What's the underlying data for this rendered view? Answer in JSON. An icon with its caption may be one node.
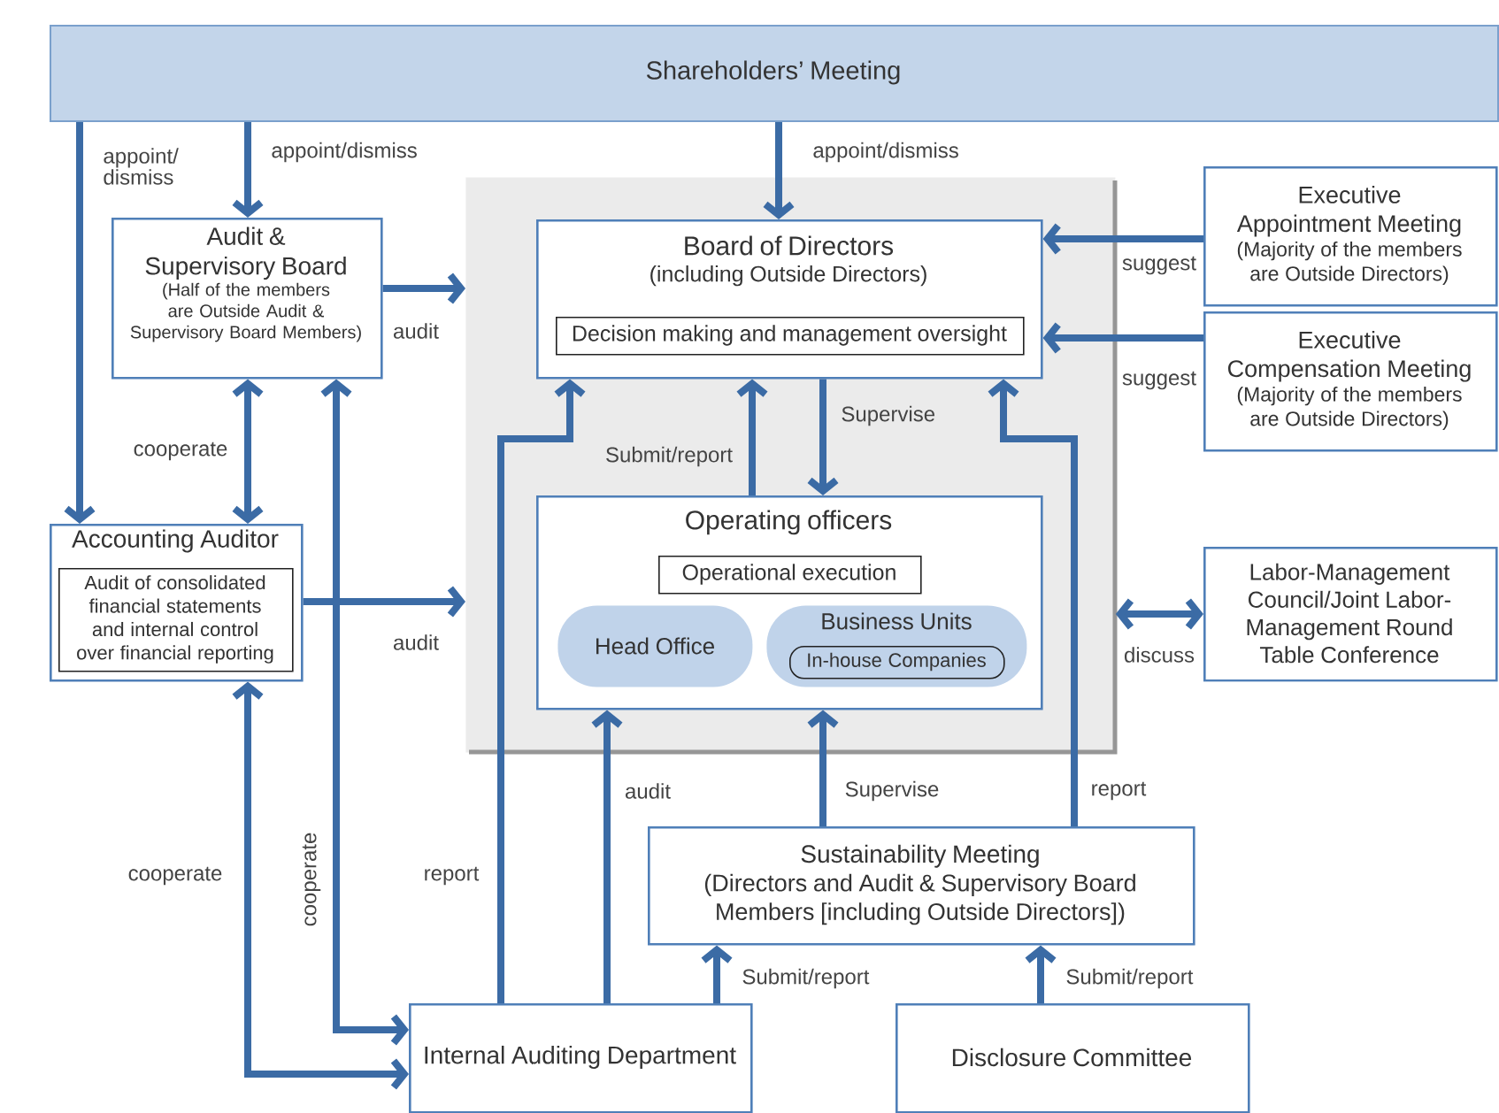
{
  "diagram": {
    "nodes": [
      {
        "text": [
          "Shareholders’ Meeting"
        ]
      },
      {
        "text": [],
        "shape": "box"
      },
      {
        "text": [
          "Board of Directors",
          "(including Outside Directors)"
        ],
        "in": 1
      },
      {
        "text": [
          "Decision making and management oversight"
        ],
        "in": 2
      },
      {
        "text": [
          "Operating officers"
        ],
        "in": 1
      },
      {
        "text": [
          "Operational execution"
        ],
        "in": 4
      },
      {
        "text": [
          "Head Office"
        ],
        "in": 4
      },
      {
        "text": [
          "Business Units"
        ],
        "in": 4
      },
      {
        "text": [
          "In-house Companies"
        ],
        "in": 7
      },
      {
        "text": [
          "Audit & Supervisory Board",
          "(Half of the members are Outside Audit & Supervisory Board Members)"
        ]
      },
      {
        "text": [
          "Accounting Auditor"
        ]
      },
      {
        "text": [
          "Audit of consolidated financial statements and internal control over financial reporting"
        ],
        "in": 10
      },
      {
        "text": [
          "Executive Appointment Meeting",
          "(Majority of the members are Outside Directors)"
        ]
      },
      {
        "text": [
          "Executive Compensation Meeting",
          "(Majority of the members are Outside Directors)"
        ]
      },
      {
        "text": [
          "Labor-Management Council/Joint Labor-Management Round Table Conference"
        ]
      },
      {
        "text": [
          "Sustainability Meeting",
          "(Directors and Audit & Supervisory Board Members [including Outside Directors])"
        ]
      },
      {
        "text": [
          "Internal Auditing Department"
        ]
      },
      {
        "text": [
          "Disclosure Committee"
        ]
      }
    ],
    "edges": [
      {
        "from": 0,
        "to": 10,
        "arrow": "to",
        "label": "appoint/ dismiss"
      },
      {
        "from": 0,
        "to": 9,
        "arrow": "to",
        "label": "appoint/dismiss"
      },
      {
        "from": 0,
        "to": 2,
        "arrow": "to",
        "label": "appoint/dismiss"
      },
      {
        "from": 9,
        "to": 1,
        "arrow": "to",
        "label": "audit"
      },
      {
        "from": 9,
        "to": 10,
        "arrow": "both",
        "label": "cooperate"
      },
      {
        "from": 10,
        "to": 1,
        "arrow": "to",
        "label": "audit"
      },
      {
        "from": 12,
        "to": 2,
        "arrow": "to",
        "label": "suggest"
      },
      {
        "from": 13,
        "to": 2,
        "arrow": "to",
        "label": "suggest"
      },
      {
        "from": 14,
        "to": 1,
        "arrow": "both",
        "label": "discuss"
      },
      {
        "from": 2,
        "to": 4,
        "arrow": "to",
        "label": "Supervise"
      },
      {
        "from": 4,
        "to": 2,
        "arrow": "to",
        "label": "Submit/report"
      },
      {
        "from": 16,
        "to": 2,
        "arrow": "to",
        "label": "report"
      },
      {
        "from": 16,
        "to": 4,
        "arrow": "to",
        "label": "audit"
      },
      {
        "from": 15,
        "to": 4,
        "arrow": "to",
        "label": "Supervise"
      },
      {
        "from": 15,
        "to": 2,
        "arrow": "to",
        "label": "report"
      },
      {
        "from": 9,
        "to": 16,
        "arrow": "both",
        "label": "cooperate"
      },
      {
        "from": 10,
        "to": 16,
        "arrow": "both",
        "label": "cooperate"
      },
      {
        "from": 16,
        "to": 15,
        "arrow": "to",
        "label": "Submit/report"
      },
      {
        "from": 17,
        "to": 15,
        "arrow": "to",
        "label": "Submit/report"
      }
    ]
  }
}
